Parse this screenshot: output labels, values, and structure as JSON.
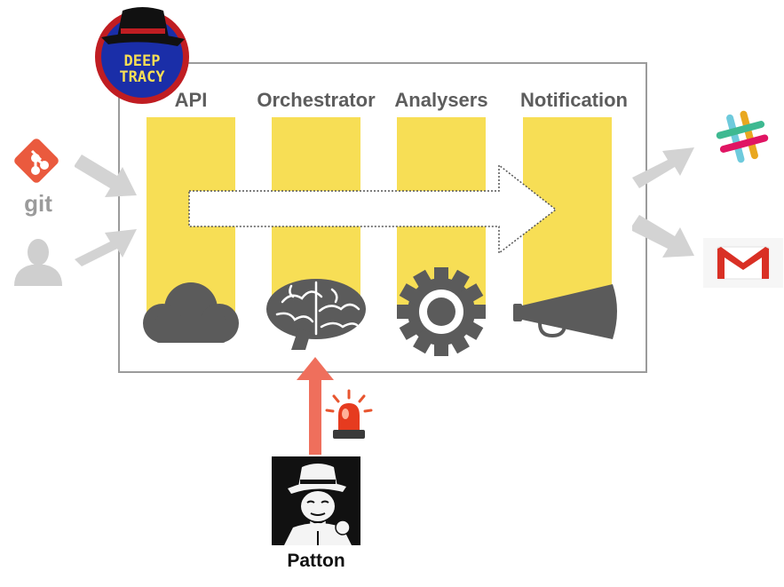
{
  "logo": {
    "line1": "DEEP",
    "line2": "TRACY"
  },
  "columns": [
    {
      "label": "API",
      "icon": "cloud-icon"
    },
    {
      "label": "Orchestrator",
      "icon": "brain-icon"
    },
    {
      "label": "Analysers",
      "icon": "gear-icon"
    },
    {
      "label": "Notification",
      "icon": "megaphone-icon"
    }
  ],
  "inputs": {
    "git_label": "git"
  },
  "actor": {
    "name": "Patton"
  },
  "colors": {
    "column_yellow": "#f7de55",
    "icon_gray": "#5b5b5b",
    "arrow_gray": "#d3d3d3",
    "alert_arrow": "#ef6f5c",
    "logo_blue": "#1a2ea8",
    "logo_red": "#c01d22"
  }
}
